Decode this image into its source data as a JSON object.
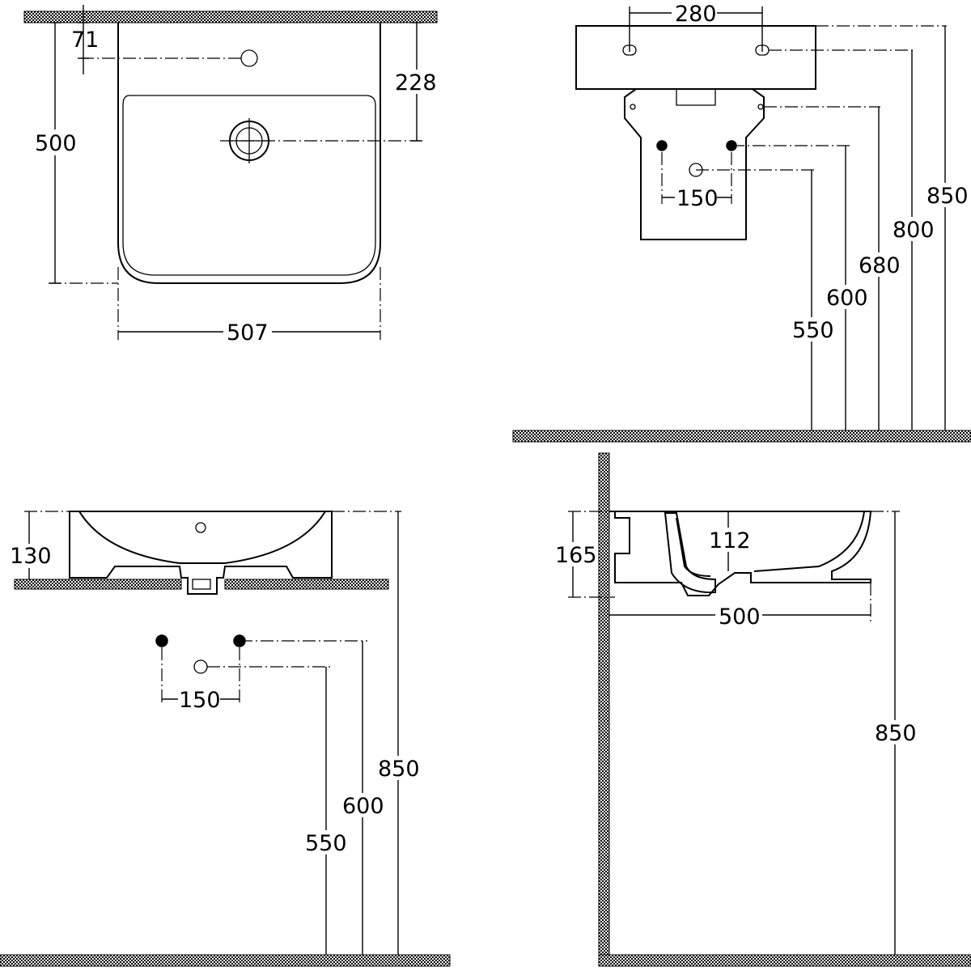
{
  "views": {
    "top": {
      "dims": {
        "offset": "71",
        "tap_depth": "228",
        "depth": "500",
        "width": "507"
      }
    },
    "front": {
      "dims": {
        "tap_spacing": "280",
        "h850": "850",
        "h800": "800",
        "h680": "680",
        "h600": "600",
        "h550": "550",
        "supply_spacing": "150"
      }
    },
    "front_wall": {
      "dims": {
        "basin_height": "130",
        "supply_spacing": "150",
        "h550": "550",
        "h600": "600",
        "h850": "850"
      }
    },
    "side": {
      "dims": {
        "height": "165",
        "inner_depth": "112",
        "projection": "500",
        "h850": "850"
      }
    }
  }
}
